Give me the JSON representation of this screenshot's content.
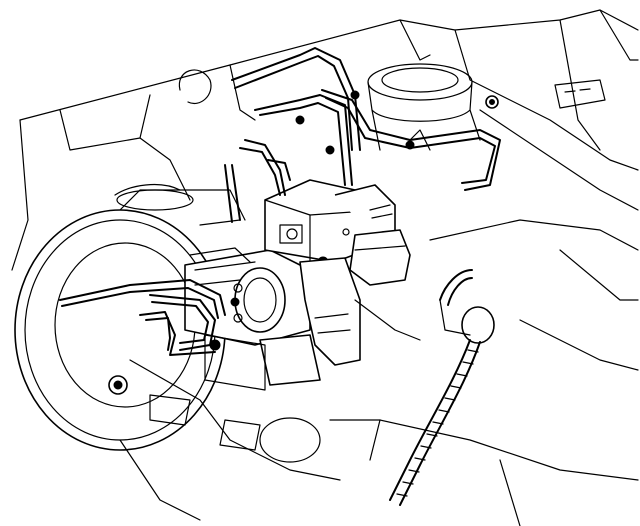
{
  "diagram": {
    "style": "line-art",
    "colors": {
      "ink": "#000000",
      "paper": "#ffffff"
    },
    "components": [
      "firewall-panel",
      "brake-booster",
      "master-cylinder",
      "abs-modulator-assembly",
      "brake-lines",
      "mounting-bracket",
      "harness-conduit",
      "mounting-bolts"
    ]
  }
}
